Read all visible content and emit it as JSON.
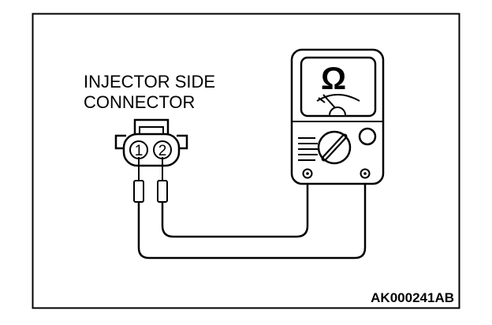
{
  "labels": {
    "line1": "INJECTOR SIDE",
    "line2": "CONNECTOR",
    "code": "AK000241AB"
  },
  "connector": {
    "pins": [
      "1",
      "2"
    ]
  },
  "meter": {
    "symbol": "Ω"
  }
}
